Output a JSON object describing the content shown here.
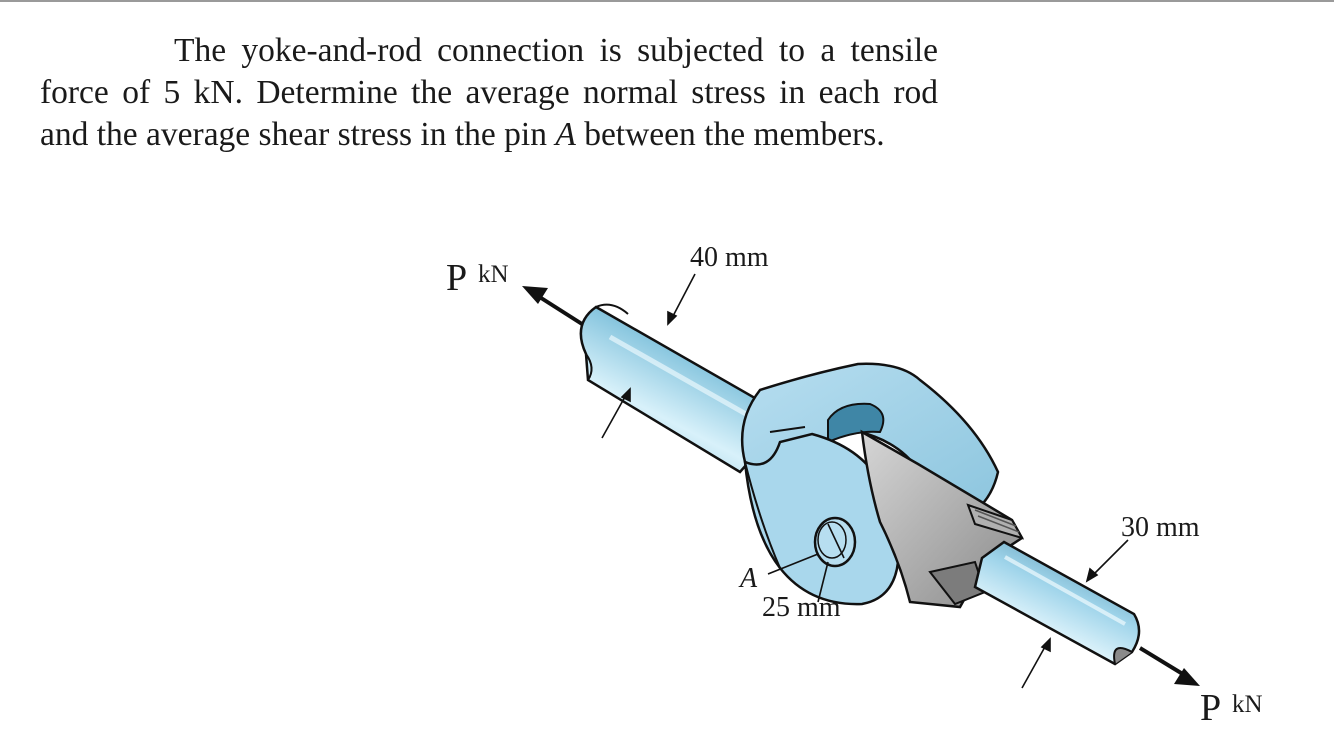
{
  "problem": {
    "text_part1": "The yoke-and-rod connection is subjected to a tensile force of 5 kN. Determine the average normal stress in each rod and the average shear stress in the pin ",
    "pin_name": "A",
    "text_part2": " between the members."
  },
  "figure": {
    "force_left": {
      "symbol": "P",
      "unit": "kN"
    },
    "force_right": {
      "symbol": "P",
      "unit": "kN"
    },
    "dim_upper_rod": "40 mm",
    "dim_lower_rod": "30 mm",
    "dim_pin": "25 mm",
    "pin_label": "A",
    "colors": {
      "rod_light": "#c9eaf6",
      "rod_mid": "#8cc8e0",
      "rod_dark": "#4f8ba6",
      "yoke": "#9fd0e6",
      "steel_light": "#c8c8c8",
      "steel_dark": "#7c7c7c",
      "outline": "#111111"
    }
  }
}
